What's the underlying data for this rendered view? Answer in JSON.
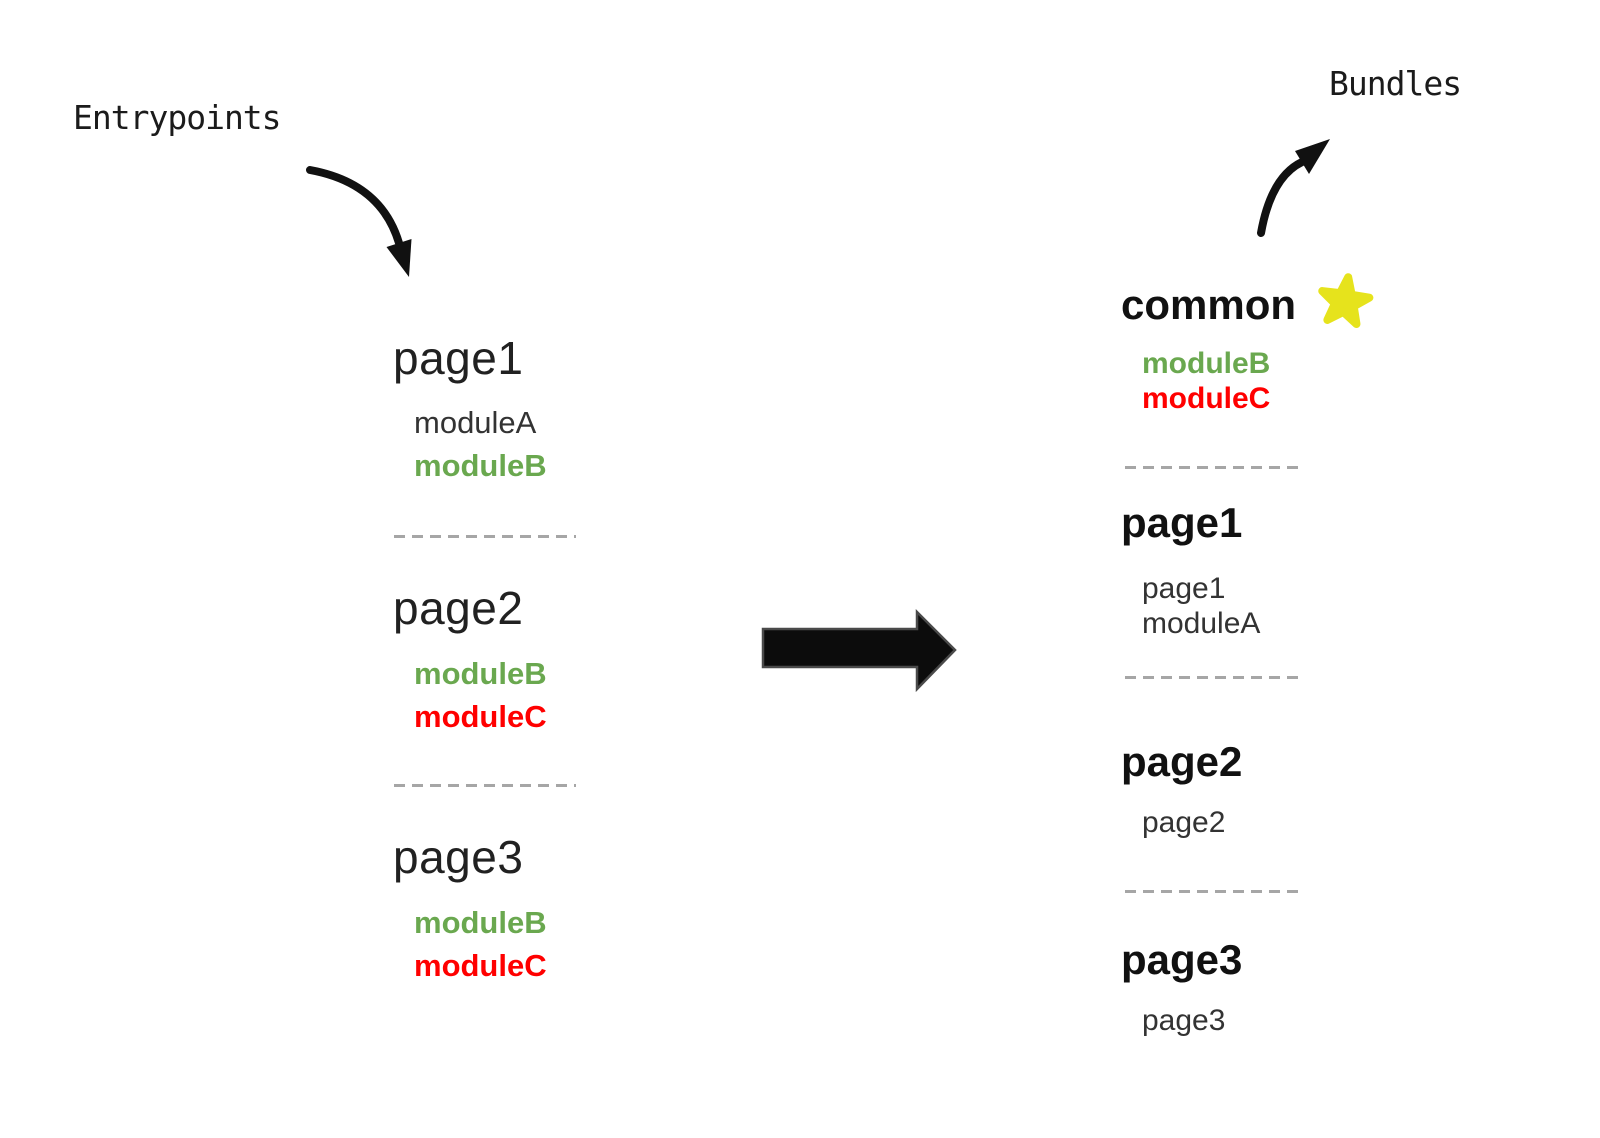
{
  "labels": {
    "entrypoints": "Entrypoints",
    "bundles": "Bundles"
  },
  "colors": {
    "module_green": "#6aa84f",
    "module_red": "#ff0000",
    "heading_black": "#212121",
    "star_yellow": "#e6e31c",
    "divider_gray": "#a6a6a6",
    "arrow_black": "#111111"
  },
  "entrypoints": {
    "groups": [
      {
        "title": "page1",
        "modules": [
          {
            "name": "moduleA",
            "color": "black"
          },
          {
            "name": "moduleB",
            "color": "green"
          }
        ]
      },
      {
        "title": "page2",
        "modules": [
          {
            "name": "moduleB",
            "color": "green"
          },
          {
            "name": "moduleC",
            "color": "red"
          }
        ]
      },
      {
        "title": "page3",
        "modules": [
          {
            "name": "moduleB",
            "color": "green"
          },
          {
            "name": "moduleC",
            "color": "red"
          }
        ]
      }
    ]
  },
  "bundles": {
    "groups": [
      {
        "title": "common",
        "starred": true,
        "modules": [
          {
            "name": "moduleB",
            "color": "green"
          },
          {
            "name": "moduleC",
            "color": "red"
          }
        ]
      },
      {
        "title": "page1",
        "starred": false,
        "modules": [
          {
            "name": "page1",
            "color": "black"
          },
          {
            "name": "moduleA",
            "color": "black"
          }
        ]
      },
      {
        "title": "page2",
        "starred": false,
        "modules": [
          {
            "name": "page2",
            "color": "black"
          }
        ]
      },
      {
        "title": "page3",
        "starred": false,
        "modules": [
          {
            "name": "page3",
            "color": "black"
          }
        ]
      }
    ]
  }
}
